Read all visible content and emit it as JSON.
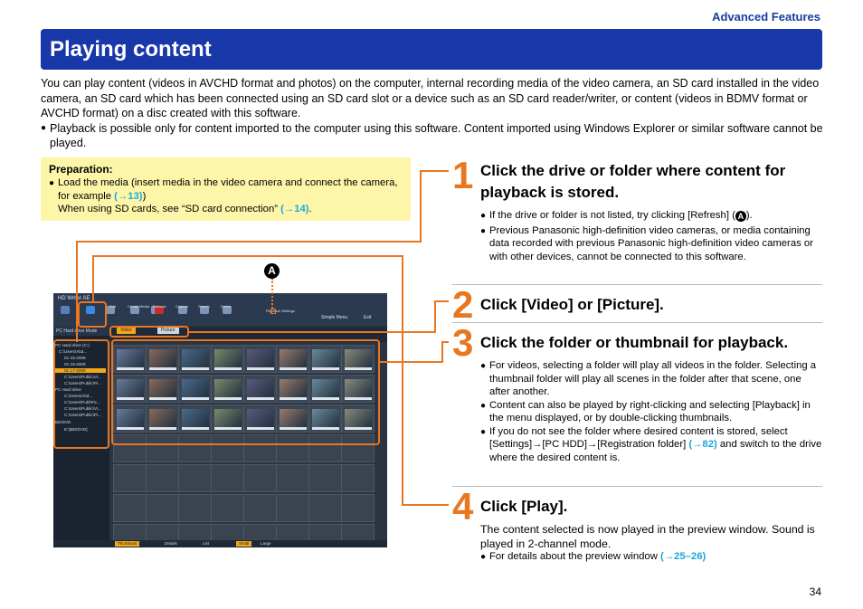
{
  "header": {
    "section": "Advanced Features",
    "title": "Playing content"
  },
  "intro": {
    "paragraph": "You can play content (videos in AVCHD format and photos) on the computer, internal recording media of the video camera, an SD card installed in the video camera, an SD card which has been connected using an SD card slot or a device such as an SD card reader/writer, or content (videos in BDMV format or AVCHD format) on a disc created with this software.",
    "bullet": "Playback is possible only for content imported to the computer using this software. Content imported using Windows Explorer or similar software cannot be played."
  },
  "preparation": {
    "title": "Preparation:",
    "item_1": "Load the media (insert media in the video camera and connect the camera, for example ",
    "item_1_ref": "(→13)",
    "item_1_end": ")",
    "item_2": "When using SD cards, see “SD card connection” ",
    "item_2_ref": "(→14)",
    "item_2_end": "."
  },
  "callout_marker": "A",
  "screenshot": {
    "app_title": "HD Writer AE",
    "toolbar": [
      "Edit",
      "Create Media",
      "Network",
      "Capture",
      "Search",
      "Delete"
    ],
    "view_settings": "Playback Settings",
    "menu_button": "Simple Menu",
    "exit_button": "Exit",
    "tabs": [
      "Video",
      "Picture"
    ],
    "side_header": "PC Hard drive Mode",
    "tree": [
      "PC Hard drive (C:)",
      "C:\\Users\\Abd...",
      "01-15-2009",
      "01-16-2009",
      "01-17-2009",
      "C:\\Users\\Public\\Vi...",
      "C:\\Users\\Public\\Pi...",
      "PC Hard drive",
      "C:\\Users\\Abd...",
      "C:\\Users\\Publ\\Pic...",
      "C:\\Users\\Public\\Vi...",
      "C:\\Users\\Public\\Pi...",
      "BD/DVD",
      "E:\\[BD/DVD]"
    ],
    "status": [
      "Thumbnail",
      "Details",
      "List",
      "Small",
      "Large"
    ]
  },
  "steps": [
    {
      "number": "1",
      "heading": "Click the drive or folder where content for playback is stored.",
      "notes": [
        "If the drive or folder is not listed, try clicking [Refresh] (",
        "A",
        ").",
        "Previous Panasonic high-definition video cameras, or media containing data recorded with previous Panasonic high-definition video cameras or with other devices, cannot be connected to this software."
      ]
    },
    {
      "number": "2",
      "heading": "Click [Video] or [Picture]."
    },
    {
      "number": "3",
      "heading": "Click the folder or thumbnail for playback.",
      "notes": [
        "For videos, selecting a folder will play all videos in the folder. Selecting a thumbnail folder will play all scenes in the folder after that scene, one after another.",
        "Content can also be played by right-clicking and selecting [Playback] in the menu displayed, or by double-clicking thumbnails.",
        "If you do not see the folder where desired content is stored, select [Settings]→[PC HDD]→[Registration folder] ",
        "(→82)",
        " and switch to the drive where the desired content is."
      ]
    },
    {
      "number": "4",
      "heading": "Click [Play].",
      "body": "The content selected is now played in the preview window. Sound is played in 2-channel mode.",
      "notes": [
        "For details about the preview window ",
        "(→25–26)"
      ]
    }
  ],
  "page_number": "34",
  "colors": {
    "banner": "#1837a8",
    "accent_orange": "#e87722",
    "reference_cyan": "#19a8d8",
    "preparation_bg": "#fdf6a9"
  }
}
